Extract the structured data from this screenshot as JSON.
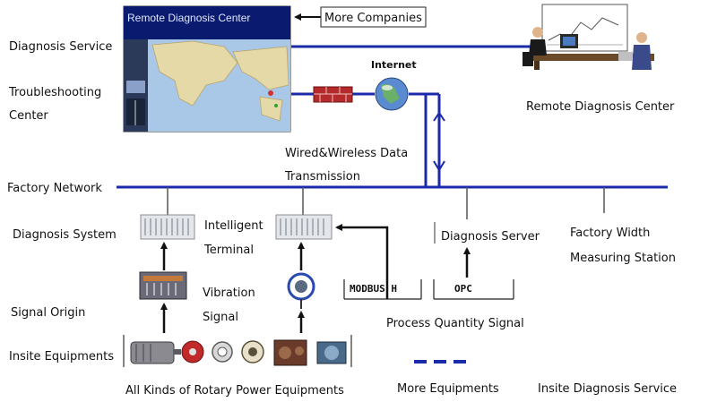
{
  "labels": {
    "diagnosis_service": "Diagnosis  Service",
    "troubleshooting_1": "Troubleshooting",
    "troubleshooting_2": "Center",
    "remote_center_screen": "Remote Diagnosis Center",
    "more_companies": "More Companies",
    "internet": "Internet",
    "remote_center": "Remote Diagnosis Center",
    "transmission_1": "Wired&Wireless Data",
    "transmission_2": "Transmission",
    "factory_network": "Factory Network",
    "diagnosis_system": "Diagnosis System",
    "intelligent_1": "Intelligent",
    "intelligent_2": "Terminal",
    "diagnosis_server": "Diagnosis Server",
    "factory_width_1": "Factory Width",
    "factory_width_2": "Measuring Station",
    "vibration_1": "Vibration",
    "vibration_2": "Signal",
    "modbus": "MODBUS H",
    "opc": "OPC",
    "signal_origin": "Signal Origin",
    "process_quantity": "Process Quantity Signal",
    "insite_equipments": "Insite Equipments",
    "rotary_equipments": "All Kinds of Rotary Power Equipments",
    "more_equipments": "More Equipments",
    "insite_service": "Insite Diagnosis Service"
  },
  "colors": {
    "network_line": "#1a2aa8",
    "screen_header": "#0a1a6e",
    "firewall": "#b52a2a",
    "arrow": "#111111"
  }
}
